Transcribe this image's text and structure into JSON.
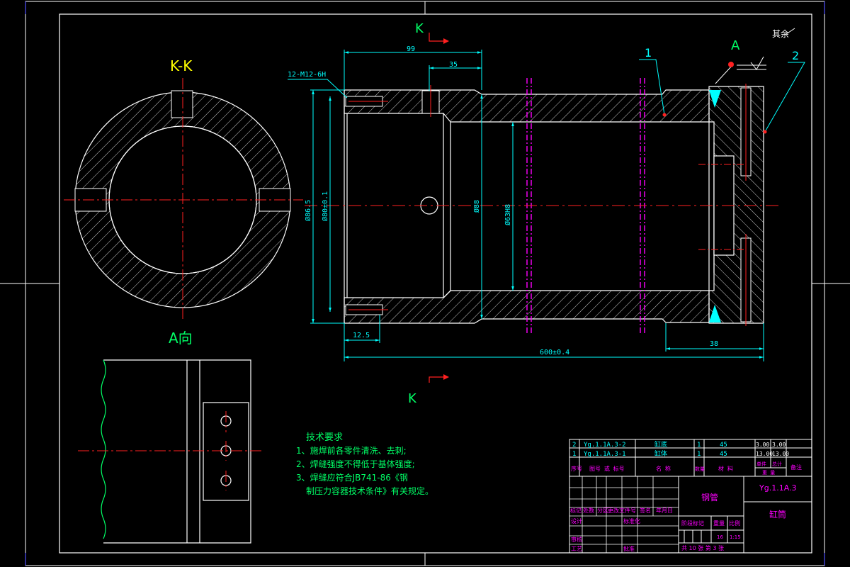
{
  "section_labels": {
    "kk": "K-K",
    "a_view": "A向",
    "k_top": "K",
    "k_bottom": "K",
    "a_mark": "A",
    "roughness_other": "其余"
  },
  "dimensions": {
    "d99": "99",
    "d35": "35",
    "thread": "12-M12-6H",
    "d865": "Ø86.5",
    "d80": "Ø80±0.1",
    "d63": "Ø63H8",
    "d88": "Ø88",
    "d125": "12.5",
    "d600": "600±0.4",
    "d38": "38"
  },
  "balloons": {
    "b1": "1",
    "b2": "2"
  },
  "tech_req": {
    "title": "技术要求",
    "line1": "1、施焊前各零件清洗、去刺;",
    "line2": "2、焊缝强度不得低于基体强度;",
    "line3": "3、焊缝应符合JB741-86《钢",
    "line4": "制压力容器技术条件》有关规定。"
  },
  "bom": [
    {
      "no": "2",
      "code": "Yg.1.1A.3-2",
      "name": "缸底",
      "qty": "1",
      "mat": "45",
      "w1": "3.00",
      "w2": "3.00"
    },
    {
      "no": "1",
      "code": "Yg.1.1A.3-1",
      "name": "缸体",
      "qty": "1",
      "mat": "45",
      "w1": "13.00",
      "w2": "13.00"
    }
  ],
  "bom_header": {
    "no": "序号",
    "code": "图号 或 标号",
    "name": "名 称",
    "qty": "数量",
    "mat": "材 料",
    "single": "单件",
    "total": "总计",
    "weight": "重 量",
    "note": "备注"
  },
  "title_block": {
    "material": "钢管",
    "drawing_no": "Yg.1.1A.3",
    "part_name": "缸筒",
    "rev_headers": [
      "标记",
      "处数",
      "分区",
      "更改文件号",
      "签名",
      "年月日"
    ],
    "design": "设计",
    "std": "标准化",
    "check": "审核",
    "process": "工艺",
    "approve": "批准",
    "stage": "阶段标记",
    "weight_label": "重量",
    "scale_label": "比例",
    "weight_val": "16",
    "scale_val": "1:15",
    "sheet": "共 10 张 第 3 张"
  },
  "colors": {
    "bg": "#000000",
    "line": "#ffffff",
    "center": "#ff2020",
    "dim": "#00ffff",
    "label_yellow": "#ffff00",
    "label_green": "#00ff66",
    "magenta": "#ff00ff"
  }
}
